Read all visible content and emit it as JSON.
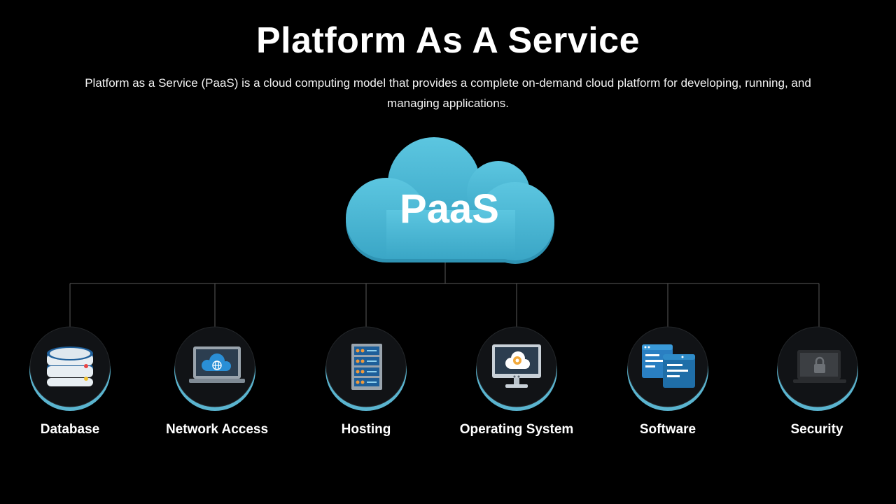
{
  "title": "Platform As A Service",
  "subtitle": "Platform as a Service (PaaS) is a cloud computing model that provides a complete on-demand cloud platform for developing, running, and managing applications.",
  "cloud": {
    "label": "PaaS",
    "color": "#4BB8D6"
  },
  "colors": {
    "accent": "#5AB4CF",
    "line": "#5a5a5a",
    "circle": "#111316"
  },
  "items": [
    {
      "label": "Database",
      "icon": "database-icon"
    },
    {
      "label": "Network Access",
      "icon": "laptop-cloud-icon"
    },
    {
      "label": "Hosting",
      "icon": "server-rack-icon"
    },
    {
      "label": "Operating System",
      "icon": "monitor-gear-icon"
    },
    {
      "label": "Software",
      "icon": "app-windows-icon"
    },
    {
      "label": "Security",
      "icon": "laptop-lock-icon"
    }
  ]
}
